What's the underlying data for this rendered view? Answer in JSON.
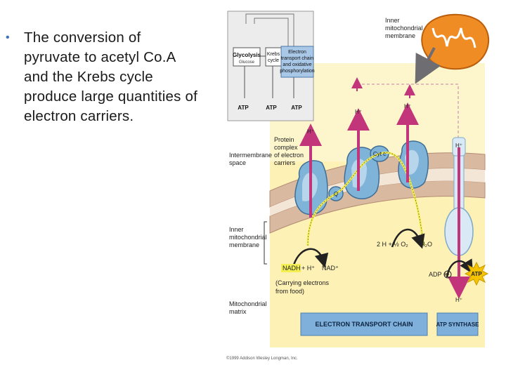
{
  "bullet": {
    "symbol": "•",
    "lines": [
      "The conversion of",
      "pyruvate to acetyl Co.A",
      "and the Krebs cycle",
      "produce large quantities of",
      "electron carriers."
    ]
  },
  "inset": {
    "glycolysis": "Glycolysis",
    "glucose": "Glucose",
    "krebs_1": "Krebs",
    "krebs_2": "cycle",
    "etc_1": "Electron",
    "etc_2": "transport chain",
    "etc_3": "and oxidative",
    "etc_4": "phosphorylation",
    "atp": "ATP"
  },
  "labels": {
    "inner_membrane_1": "Inner",
    "inner_membrane_2": "mitochondrial",
    "inner_membrane_3": "membrane",
    "protein_1": "Protein",
    "protein_2": "complex",
    "protein_3": "of electron",
    "protein_4": "carriers",
    "intermembrane_1": "Intermembrane",
    "intermembrane_2": "space",
    "inner_side_1": "Inner",
    "inner_side_2": "mitochondrial",
    "inner_side_3": "membrane",
    "matrix_1": "Mitochondrial",
    "matrix_2": "matrix",
    "h_plus": "H⁺",
    "cyt_c": "Cyt c",
    "q": "Q",
    "water_reactants": "2 H + ½ O₂",
    "water": "H₂O",
    "nadh": "NADH",
    "plus_h": "+ H⁺",
    "nad": "NAD⁺",
    "carrying_1": "(Carrying electrons",
    "carrying_2": "from food)",
    "adp": "ADP +",
    "pi": "P",
    "atp": "ATP",
    "etc_box": "ELECTRON TRANSPORT CHAIN",
    "atp_synthase_box": "ATP SYNTHASE",
    "copyright": "©1999 Addison Wesley Longman, Inc."
  },
  "colors": {
    "matrix_fill": "#fdf1b6",
    "intermembrane_fill": "#fdf6cc",
    "membrane_tan": "#d9b9a0",
    "protein_blue": "#7fb3d8",
    "proton_arrow": "#c2357a",
    "label_box": "#7fb0dc",
    "electron_path": "#f4ef55",
    "mito_orange": "#f08c24"
  }
}
